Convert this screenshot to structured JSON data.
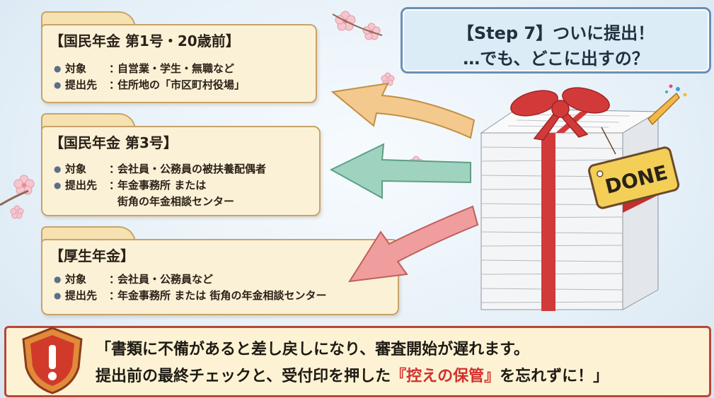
{
  "step": {
    "line1": "【Step 7】ついに提出！",
    "line2": "…でも、どこに出すの？"
  },
  "cards": [
    {
      "title": "【国民年金 第1号・20歳前】",
      "rows": [
        {
          "key": "対象",
          "value": "自営業・学生・無職など"
        },
        {
          "key": "提出先",
          "value": "住所地の「市区町村役場」"
        }
      ]
    },
    {
      "title": "【国民年金 第3号】",
      "rows": [
        {
          "key": "対象",
          "value": "会社員・公務員の被扶養配偶者"
        },
        {
          "key": "提出先",
          "value": "年金事務所 または"
        }
      ],
      "continuation": "街角の年金相談センター"
    },
    {
      "title": "【厚生年金】",
      "rows": [
        {
          "key": "対象",
          "value": "会社員・公務員など"
        },
        {
          "key": "提出先",
          "value": "年金事務所 または 街角の年金相談センター"
        }
      ]
    }
  ],
  "done_tag": "DONE",
  "notice": {
    "line1": "「書類に不備があると差し戻しになり、審査開始が遅れます。",
    "line2_before": "提出前の最終チェックと、受付印を押した",
    "line2_highlight": "『控えの保管』",
    "line2_after": "を忘れずに！」",
    "icon": "warning-shield-icon"
  },
  "colors": {
    "arrow1": "#f3c98e",
    "arrow2": "#9fd3c0",
    "arrow3": "#ef9d9d",
    "ribbon": "#d23a3a",
    "highlight": "#d0312d"
  }
}
